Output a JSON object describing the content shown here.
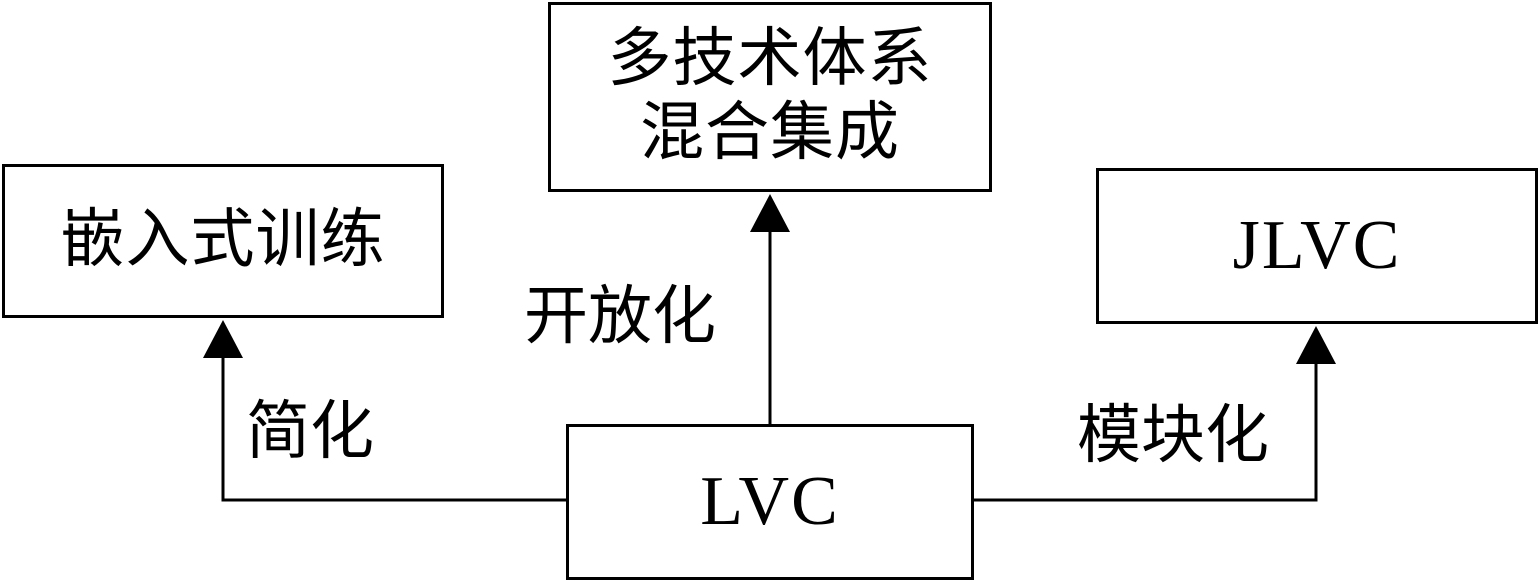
{
  "nodes": {
    "top": {
      "line1": "多技术体系",
      "line2": "混合集成"
    },
    "left": {
      "label": "嵌入式训练"
    },
    "right": {
      "label": "JLVC"
    },
    "center": {
      "label": "LVC"
    }
  },
  "edges": {
    "to_left": {
      "label": "简化"
    },
    "to_top": {
      "label": "开放化"
    },
    "to_right": {
      "label": "模块化"
    }
  },
  "colors": {
    "line": "#000000",
    "background": "#ffffff"
  }
}
